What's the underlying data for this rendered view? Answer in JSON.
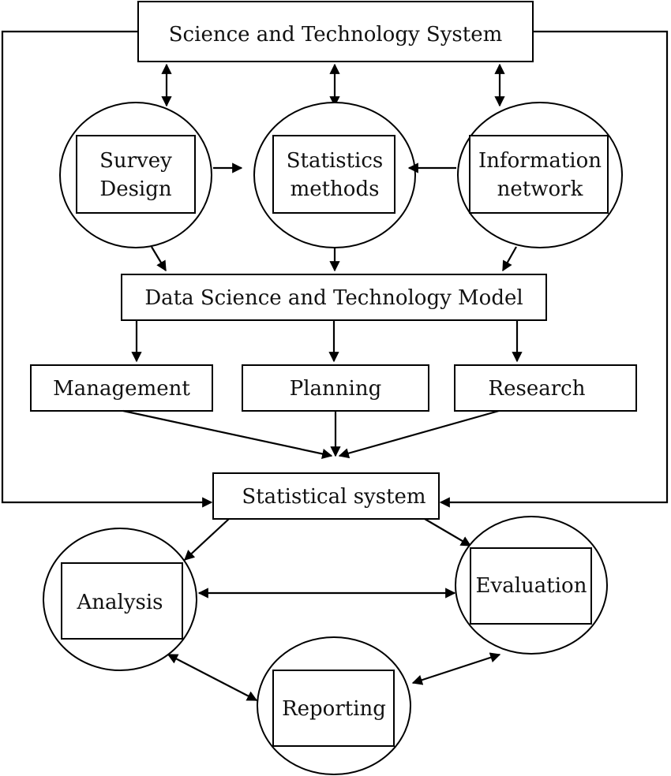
{
  "nodes": {
    "science_technology_system": "Science and Technology System",
    "survey_design": [
      "Survey",
      "Design"
    ],
    "statistics_methods": [
      "Statistics",
      "methods"
    ],
    "information_network": [
      "Information",
      "network"
    ],
    "data_model": "Data Science and Technology Model",
    "management": "Management",
    "planning": "Planning",
    "research": "Research",
    "statistical_system": "Statistical system",
    "analysis": "Analysis",
    "evaluation": "Evaluation",
    "reporting": "Reporting"
  },
  "colors": {
    "stroke": "#000000",
    "fill": "#ffffff",
    "text": "#111111"
  }
}
